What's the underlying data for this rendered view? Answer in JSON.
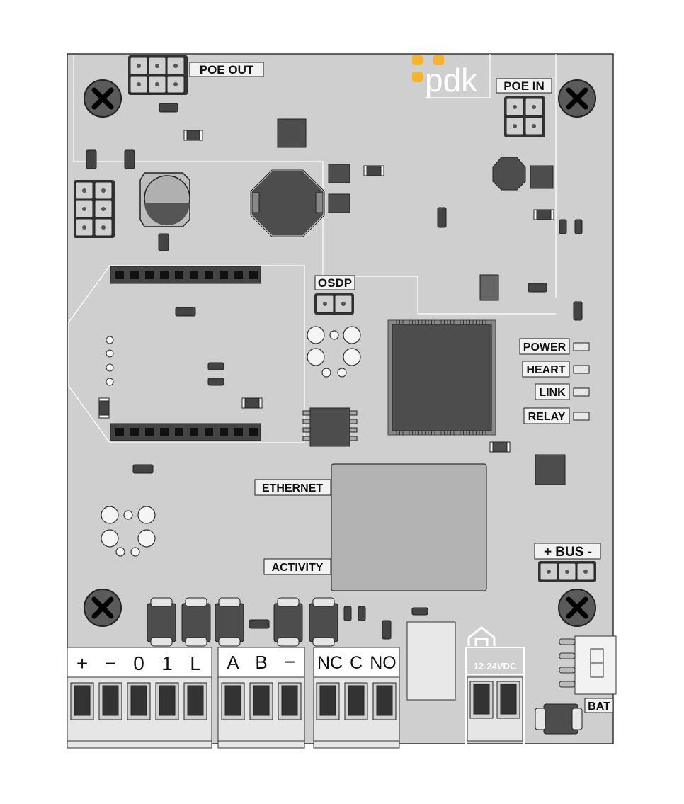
{
  "brand": {
    "logo_text": "pdk",
    "logo_dot_color": "#f7b32b"
  },
  "colors": {
    "board": "#cfcfcf",
    "dark_chip": "#4d4d4d",
    "label_bg": "#f2f2f2",
    "terminal": "#f0f0f0",
    "screw": "#555555"
  },
  "labels": {
    "poe_out": "POE OUT",
    "poe_in": "POE IN",
    "osdp": "OSDP",
    "ethernet": "ETHERNET",
    "activity": "ACTIVITY",
    "bus": "+ BUS -",
    "bat": "BAT",
    "power_input": "12-24VDC"
  },
  "leds": [
    {
      "label": "POWER"
    },
    {
      "label": "HEART"
    },
    {
      "label": "LINK"
    },
    {
      "label": "RELAY"
    }
  ],
  "terminals": {
    "reader": [
      "+",
      "−",
      "0",
      "1",
      "L"
    ],
    "rs485": [
      "A",
      "B",
      "−"
    ],
    "relay": [
      "NC",
      "C",
      "NO"
    ]
  }
}
